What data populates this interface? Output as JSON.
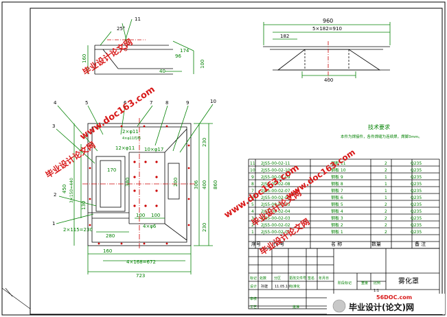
{
  "top_view": {
    "dim_overall": "960",
    "dim_pitch": "5×182=910",
    "dim_left": "182",
    "dim_bottom": "400"
  },
  "side_view": {
    "callout": "11",
    "angle": "25°",
    "dim_height": "160",
    "dim_a": "174",
    "dim_b": "96",
    "dim_c": "100",
    "dim_d": "40"
  },
  "front_view": {
    "callouts": [
      "4",
      "5",
      "6",
      "7",
      "8",
      "9",
      "10",
      "3",
      "2",
      "1"
    ],
    "hole_label_top": "2×φ11",
    "note_small": "4×φ11均布",
    "holes_12": "12×φ11",
    "holes_10": "10×φ17",
    "holes_4": "4×φ6",
    "dim_left_outer": "450",
    "dim_left_inner": "3×150=440",
    "dim_left_small": "130",
    "dim_bottom_small": "2×115=230",
    "dim_280": "280",
    "dim_170": "170",
    "dim_380": "380",
    "dim_200": "200",
    "dim_100a": "100",
    "dim_100b": "100",
    "dim_160": "160",
    "dim_pitch": "4×168=672",
    "dim_overall": "723",
    "dim_right_top": "230",
    "dim_right_mid": "400",
    "dim_right_bot": "230",
    "dim_right_overall": "860",
    "dim_right_inner": "306"
  },
  "tech_req": {
    "title": "技术要求",
    "line": "本件为焊接件，各件焊缝为连续焊，焊脚3mm。"
  },
  "parts_list": {
    "rows": [
      {
        "no": "11",
        "code": "2JS5-00-02-11",
        "name": "钢板 11",
        "qty": "2",
        "mat": "Q235"
      },
      {
        "no": "10",
        "code": "2JS5-00-02-10",
        "name": "钢板 10",
        "qty": "2",
        "mat": "Q235"
      },
      {
        "no": "9",
        "code": "2JS5-00-02-09",
        "name": "钢板 9",
        "qty": "1",
        "mat": "Q235"
      },
      {
        "no": "8",
        "code": "2JS5-00-02-08",
        "name": "钢板 8",
        "qty": "1",
        "mat": "Q235"
      },
      {
        "no": "7",
        "code": "2JS5-00-02-07",
        "name": "钢板 7",
        "qty": "1",
        "mat": "Q235"
      },
      {
        "no": "6",
        "code": "2JS5-00-02-06",
        "name": "钢板 6",
        "qty": "1",
        "mat": "Q235"
      },
      {
        "no": "5",
        "code": "2JS5-00-02-05",
        "name": "钢板 5",
        "qty": "2",
        "mat": "Q235"
      },
      {
        "no": "4",
        "code": "2JS5-00-02-04",
        "name": "钢板 4",
        "qty": "2",
        "mat": "Q235"
      },
      {
        "no": "3",
        "code": "2JS5-00-02-03",
        "name": "钢板 3",
        "qty": "2",
        "mat": "Q235"
      },
      {
        "no": "2",
        "code": "2JS5-00-02-02",
        "name": "钢板 2",
        "qty": "2",
        "mat": "Q235"
      },
      {
        "no": "1",
        "code": "2JS5-00-02-01",
        "name": "钢板 1",
        "qty": "2",
        "mat": "Q235"
      }
    ],
    "header": {
      "no": "序号",
      "code": "代  号",
      "name": "名  称",
      "qty": "数量",
      "remark": "备  注"
    }
  },
  "title_block": {
    "drawing_name": "雾化罩",
    "labels": {
      "mark": "标记",
      "count": "处数",
      "zone": "分区",
      "change_doc": "更改文件号",
      "sign": "签名",
      "date": "年月日",
      "design": "设计",
      "standard": "标准化",
      "stage_mark": "阶段标记",
      "weight": "重量",
      "scale": "比例",
      "review": "审核",
      "process": "工艺",
      "approve": "批准"
    },
    "design_name": "孙建",
    "design_date": "11.05.10",
    "scale_value": "1:1"
  },
  "watermarks": {
    "site1": "www.doc163.com",
    "site2": "毕业设计论文网",
    "corner_site": "56DOC.com",
    "corner_brand": "毕业设计(论文)网"
  },
  "colors": {
    "line": "#000000",
    "dim": "#000000",
    "green": "#008000",
    "centerline": "#cc0000",
    "watermark": "#d81818"
  }
}
